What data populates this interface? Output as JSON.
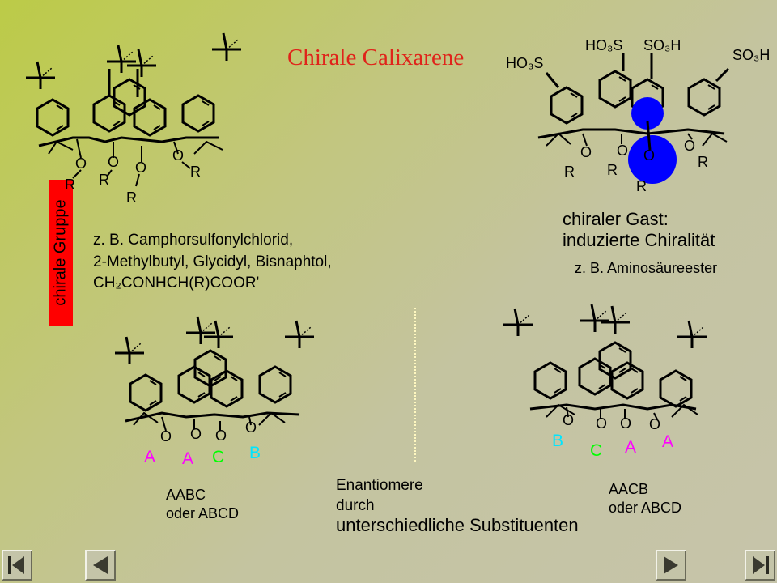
{
  "slide": {
    "title": "Chirale Calixarene",
    "chiral_group_label": "chirale Gruppe",
    "examples": {
      "line1": "z. B. Camphorsulfonylchlorid,",
      "line2": "2-Methylbutyl, Glycidyl, Bisnaphtol,",
      "line3": "CH₂CONHCH(R)COOR'"
    },
    "guest": {
      "line1": "chiraler Gast:",
      "line2": "induzierte Chiralität",
      "example": "z. B. Aminosäureester"
    },
    "sulfonates": {
      "s1": "HO₃S",
      "s2": "HO₃S",
      "s3": "SO₃H",
      "s4": "SO₃H"
    },
    "atoms": {
      "oxygen": "O",
      "rest": "R"
    },
    "left_bottom": {
      "labels": [
        "A",
        "A",
        "C",
        "B"
      ],
      "caption_line1": "AABC",
      "caption_line2": "oder ABCD"
    },
    "right_bottom": {
      "labels": [
        "B",
        "C",
        "A",
        "A"
      ],
      "caption_line1": "AACB",
      "caption_line2": "oder ABCD"
    },
    "center_text": {
      "line1": "Enantiomere",
      "line2": "durch",
      "line3": "unterschiedliche Substituenten"
    },
    "colors": {
      "title": "#e0231a",
      "A": "#ff00ff",
      "B": "#00e5ff",
      "C": "#00ff00",
      "guest": "#0000ff",
      "chiral_box": "#ff0000"
    },
    "nav": [
      "first-slide",
      "previous-slide",
      "next-slide",
      "last-slide"
    ]
  }
}
